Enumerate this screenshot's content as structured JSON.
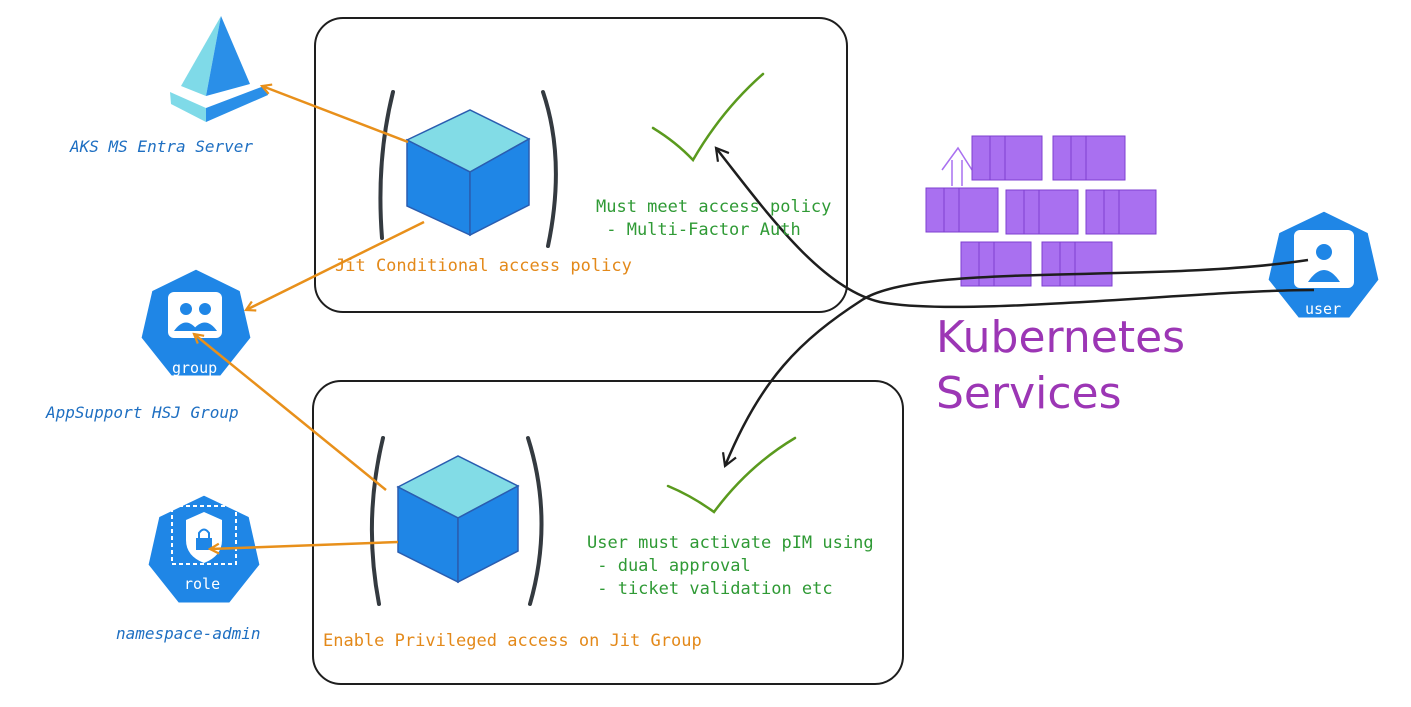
{
  "colors": {
    "arrow_orange": "#e8901b",
    "check_green": "#5a9a1e",
    "label_blue": "#1e6fc2",
    "cube_front": "#1f86e6",
    "cube_top": "#82dce6",
    "container_purple": "#a970f0",
    "kubernetes_text": "#9c36b5"
  },
  "nodes": {
    "aks_server": {
      "label": "AKS MS Entra Server",
      "icon": "azure-entra-pyramid-icon"
    },
    "group": {
      "label": "AppSupport HSJ Group",
      "badge": "group",
      "icon": "k8s-group-icon"
    },
    "role": {
      "label": "namespace-admin",
      "badge": "role",
      "icon": "k8s-role-icon"
    },
    "user": {
      "badge": "user",
      "icon": "k8s-user-icon"
    }
  },
  "boxes": {
    "top": {
      "caption": "Jit Conditional access policy",
      "check_text": "Must meet access policy\n - Multi-Factor Auth"
    },
    "bottom": {
      "caption": "Enable Privileged access on Jit Group",
      "check_text": "User must activate pIM using\n - dual approval\n - ticket validation etc"
    }
  },
  "kubernetes": {
    "label": "Kubernetes\nServices",
    "icon": "container-stack-icon"
  }
}
